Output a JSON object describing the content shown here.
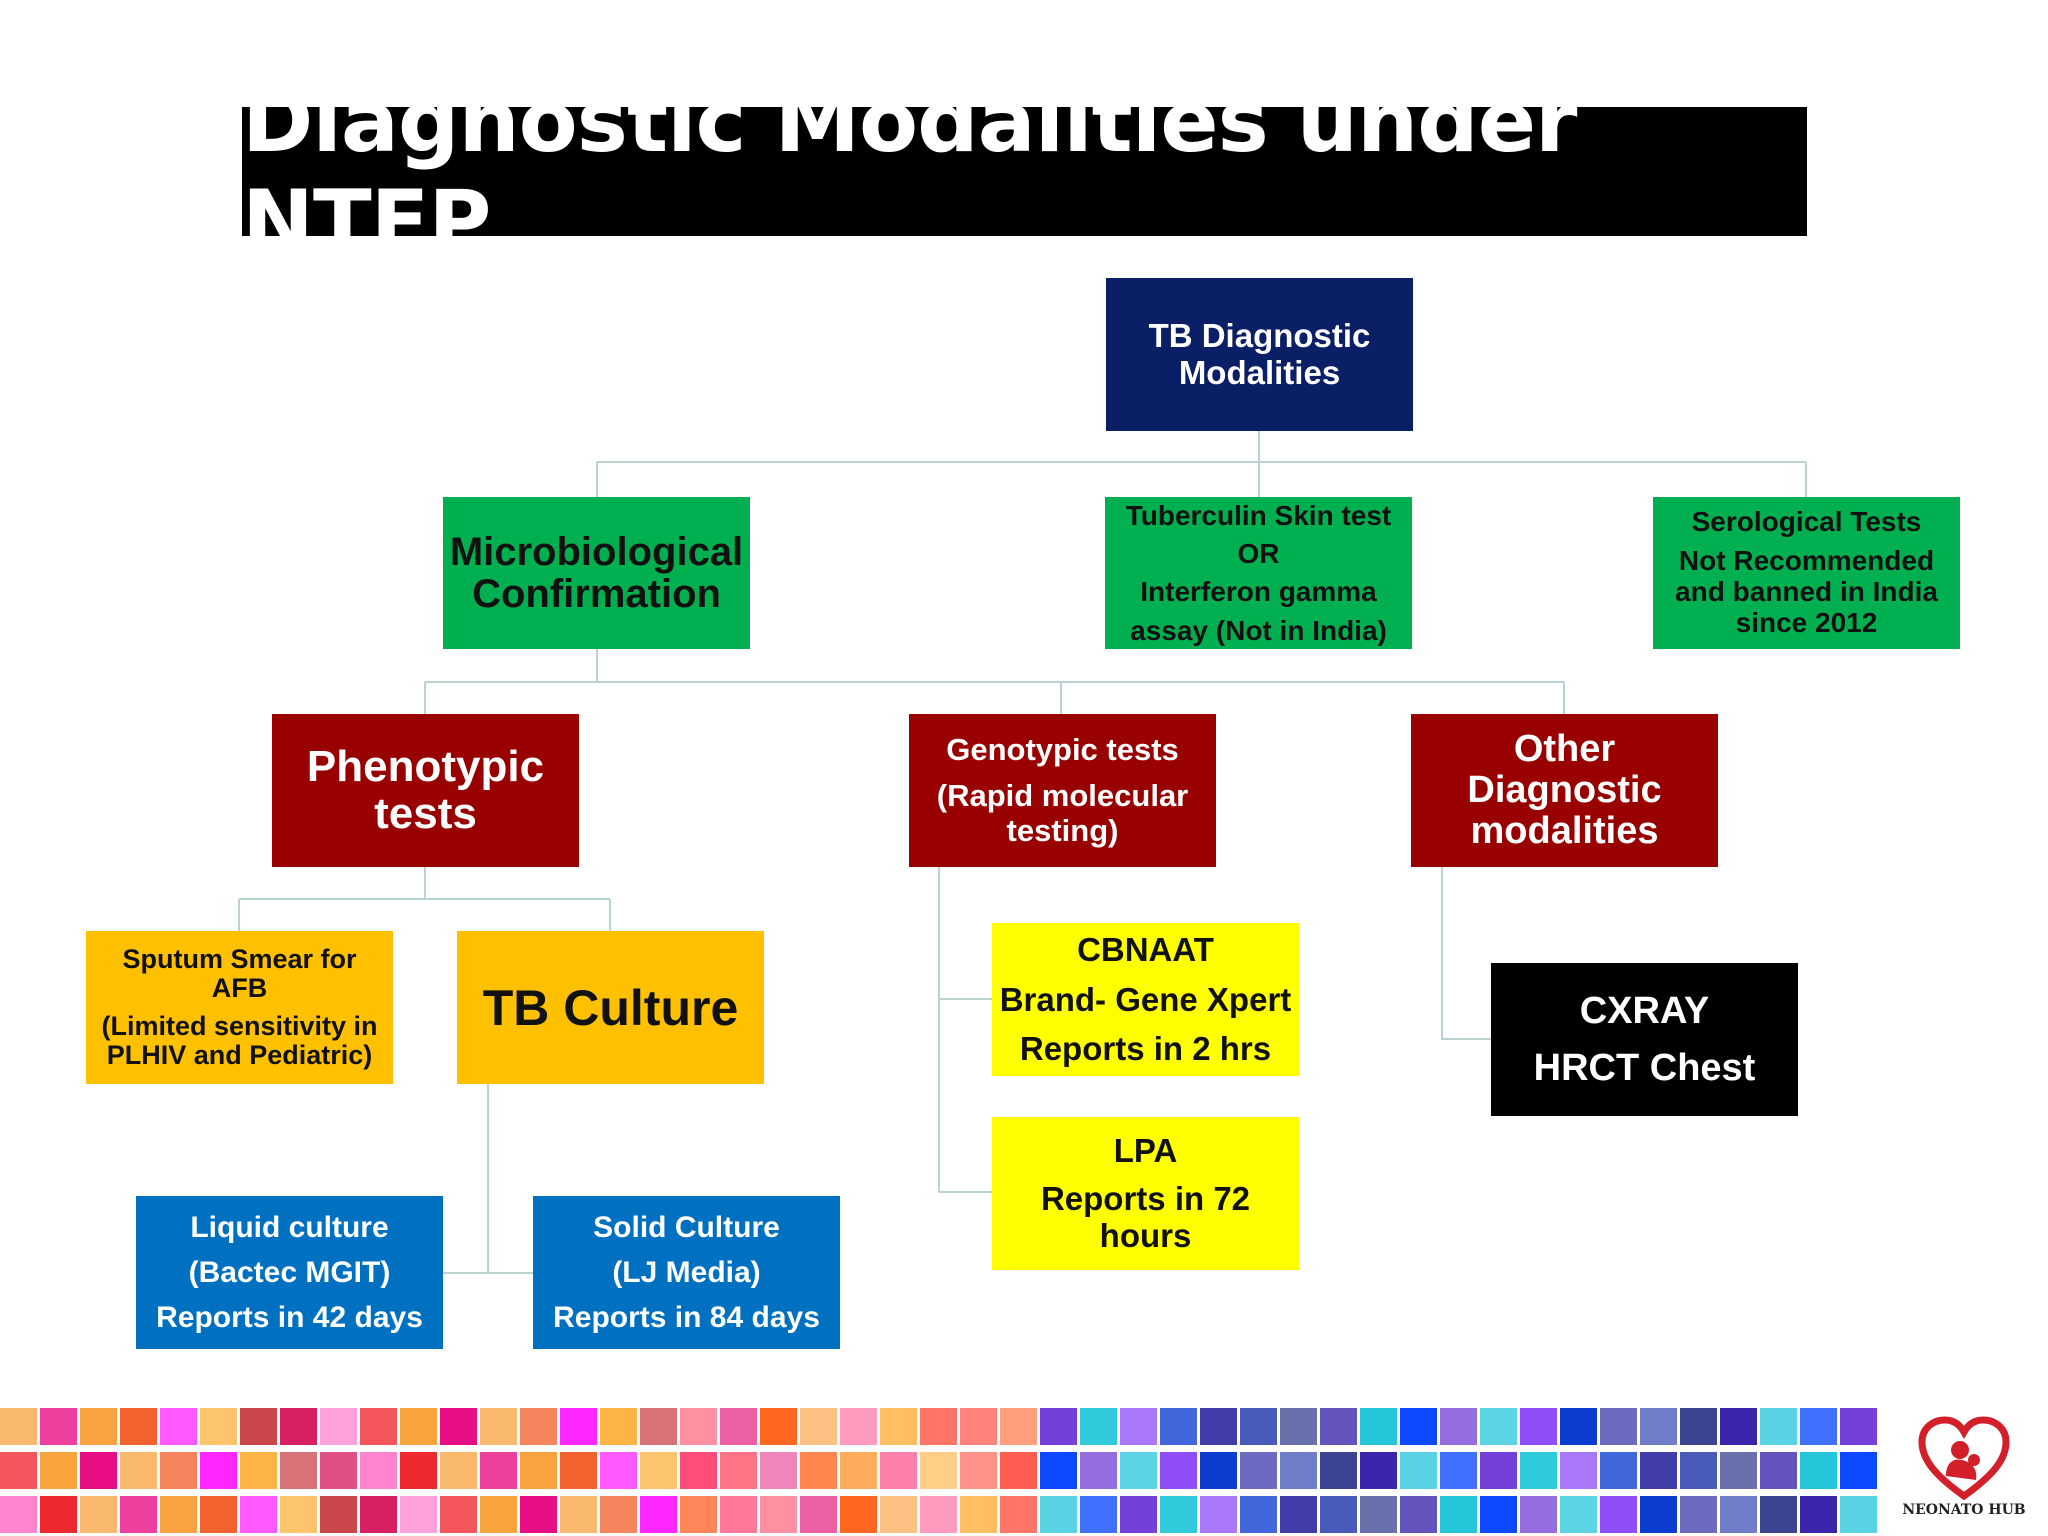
{
  "title": "Diagnostic Modalities under NTEP",
  "root": {
    "lines": [
      "TB Diagnostic",
      "Modalities"
    ]
  },
  "level1": {
    "micro": {
      "lines": [
        "Microbiological",
        "Confirmation"
      ]
    },
    "tst": {
      "lines": [
        "Tuberculin Skin test",
        "OR",
        "Interferon gamma",
        "assay (Not in India)"
      ]
    },
    "sero": {
      "lines": [
        "Serological Tests",
        "Not Recommended",
        "and banned in India",
        "since 2012"
      ]
    }
  },
  "level2": {
    "pheno": {
      "lines": [
        "Phenotypic",
        "tests"
      ]
    },
    "geno": {
      "lines": [
        "Genotypic tests",
        "(Rapid molecular",
        "testing)"
      ]
    },
    "other": {
      "lines": [
        "Other",
        "Diagnostic",
        "modalities"
      ]
    }
  },
  "level3": {
    "smear": {
      "lines": [
        "Sputum Smear for",
        "AFB",
        "(Limited sensitivity in",
        "PLHIV and Pediatric)"
      ]
    },
    "culture": {
      "lines": [
        "TB Culture"
      ]
    },
    "cbnaat": {
      "lines": [
        "CBNAAT",
        "Brand- Gene Xpert",
        "Reports in 2 hrs"
      ]
    },
    "lpa": {
      "lines": [
        "LPA",
        "Reports in 72",
        "hours"
      ]
    },
    "cxray": {
      "lines": [
        "CXRAY",
        "HRCT Chest"
      ]
    }
  },
  "level4": {
    "liquid": {
      "lines": [
        "Liquid culture",
        "(Bactec MGIT)",
        "Reports in 42 days"
      ]
    },
    "solid": {
      "lines": [
        "Solid Culture",
        "(LJ Media)",
        "Reports in 84 days"
      ]
    }
  },
  "logo": {
    "name": "NEONATO HUB",
    "icon": "heart-mother-baby-icon"
  },
  "colors": {
    "navy": "#0a1f66",
    "green": "#00b050",
    "maroon": "#990000",
    "orange": "#ffc000",
    "blue": "#0070c0",
    "yellow": "#ffff00",
    "black": "#000000",
    "connector": "#b9d2d2"
  }
}
